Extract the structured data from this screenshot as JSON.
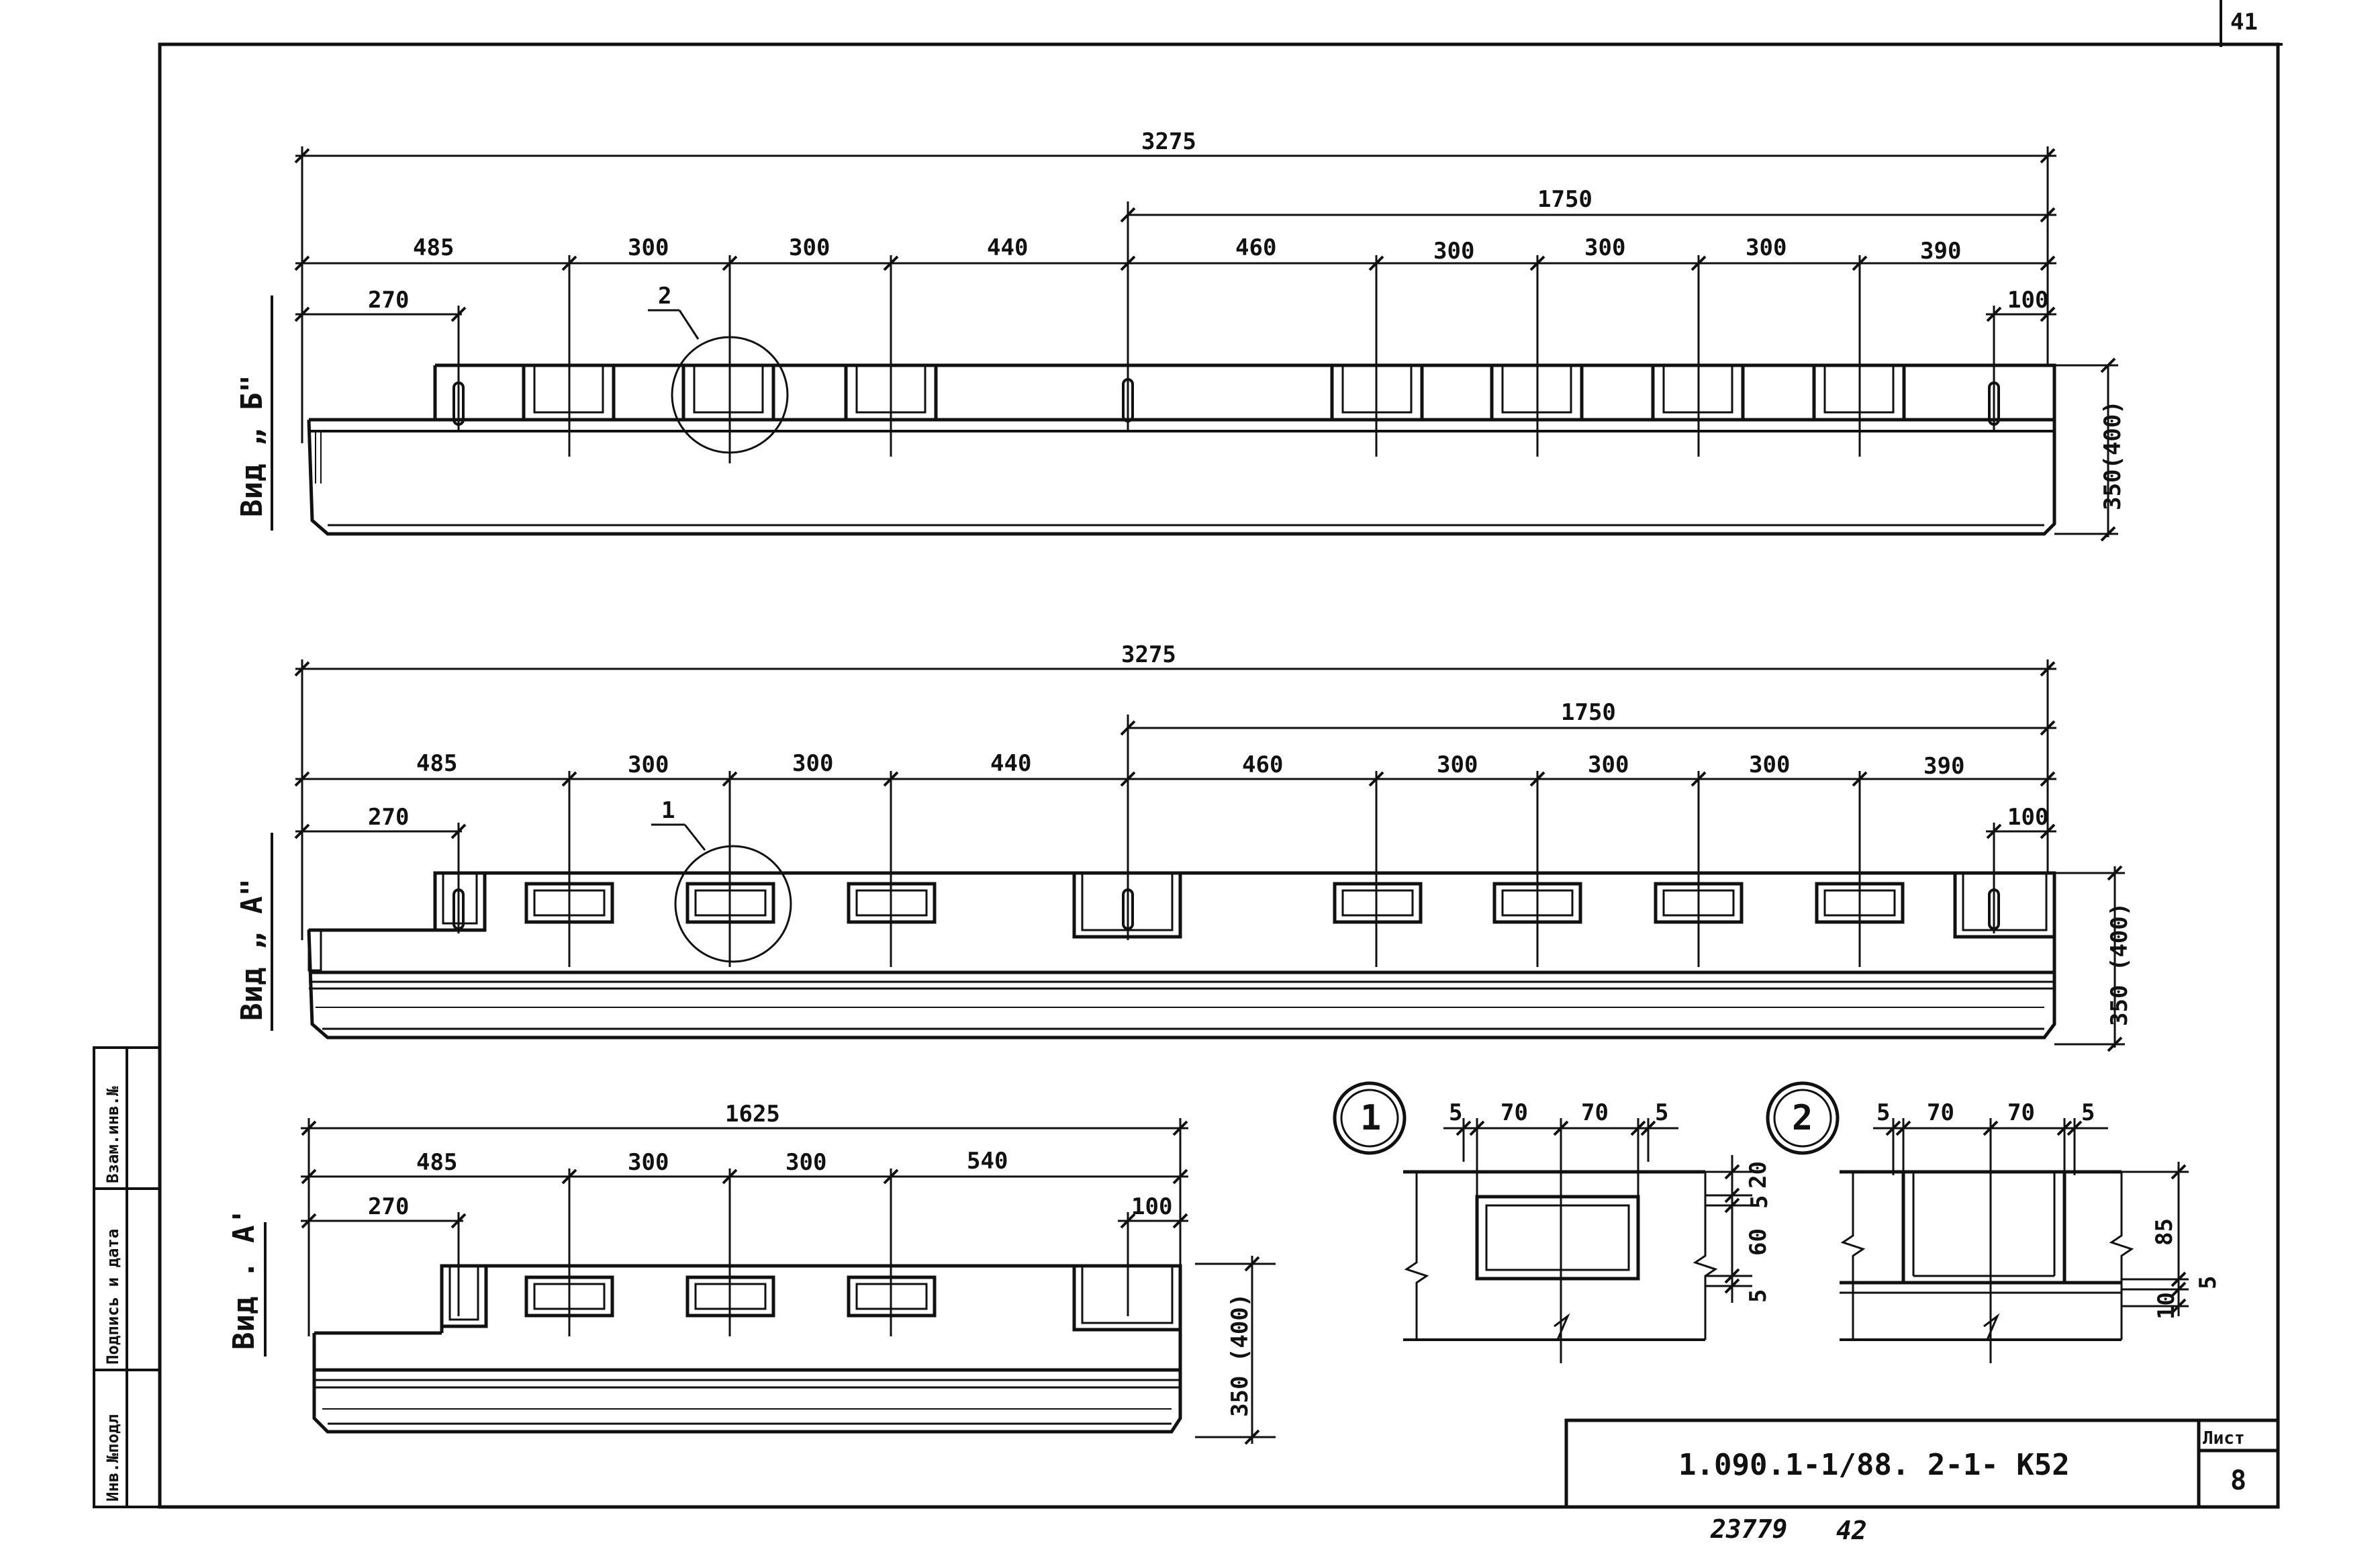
{
  "sheet": {
    "corner_number": "41",
    "drawing_code": "1.090.1-1/88. 2-1- К52",
    "sheet_label": "Лист",
    "sheet_number": "8",
    "footer_left": "23779",
    "footer_right": "42"
  },
  "side_strip": {
    "inv_orig": "Инв.№подл",
    "sign_date": "Подпись и дата",
    "inv_repl": "Взам.инв.№"
  },
  "views": {
    "b": {
      "title": "Вид „ Б\"",
      "total": "3275",
      "right_span": "1750",
      "segments": [
        "485",
        "300",
        "300",
        "440",
        "460",
        "300",
        "300",
        "300",
        "390"
      ],
      "left_offset": "270",
      "right_offset": "100",
      "height": "350(400)",
      "callout": "2"
    },
    "a": {
      "title": "Вид „ А\"",
      "total": "3275",
      "right_span": "1750",
      "segments": [
        "485",
        "300",
        "300",
        "440",
        "460",
        "300",
        "300",
        "300",
        "390"
      ],
      "left_offset": "270",
      "right_offset": "100",
      "height": "350 (400)",
      "callout": "1"
    },
    "a_prime": {
      "title": "Вид . А'",
      "total": "1625",
      "segments": [
        "485",
        "300",
        "300",
        "540"
      ],
      "left_offset": "270",
      "right_offset": "100",
      "height": "350 (400)"
    }
  },
  "details": {
    "d1": {
      "label": "1",
      "top_dims": [
        "5",
        "70",
        "70",
        "5"
      ],
      "right_dims": [
        "20",
        "5",
        "60",
        "5"
      ]
    },
    "d2": {
      "label": "2",
      "top_dims": [
        "5",
        "70",
        "70",
        "5"
      ],
      "right_dims": [
        "85",
        "5",
        "10"
      ]
    }
  }
}
